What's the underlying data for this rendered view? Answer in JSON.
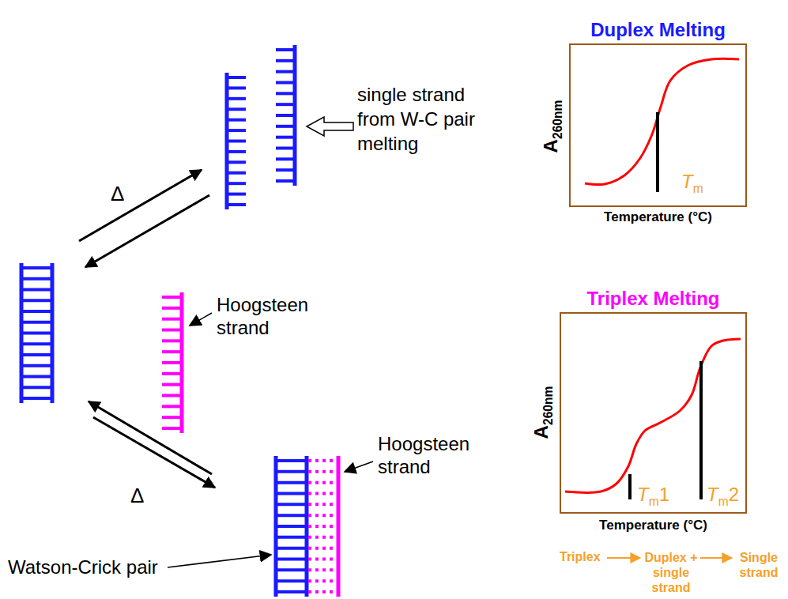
{
  "diagram": {
    "nodes": [
      {
        "text": [
          "Duplex Melting"
        ]
      },
      {
        "text": [
          "Triplex Melting"
        ]
      }
    ],
    "labels": [
      "single strand from W-C pair melting",
      "Δ",
      "Hoogsteen strand",
      "Δ",
      "Hoogsteen strand",
      "Watson-Crick pair",
      "A",
      "260nm",
      "Temperature (°C)",
      "T",
      "m",
      "A",
      "260nm",
      "Temperature (°C)",
      "T",
      "m",
      "1",
      "T",
      "m",
      "2",
      "Triplex",
      "Duplex + single strand",
      "Single strand"
    ]
  }
}
